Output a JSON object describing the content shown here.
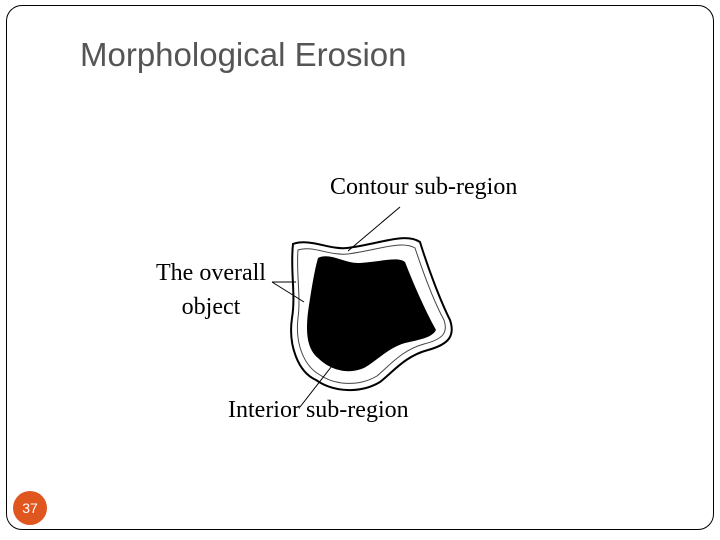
{
  "slide": {
    "title": "Morphological Erosion",
    "page_number": "37"
  },
  "labels": {
    "contour": "Contour sub-region",
    "overall_line1": "The overall",
    "overall_line2": "object",
    "interior": "Interior sub-region"
  },
  "colors": {
    "accent": "#e0561f",
    "title": "#555555",
    "object_fill": "#ffffff",
    "interior_fill": "#000000"
  }
}
